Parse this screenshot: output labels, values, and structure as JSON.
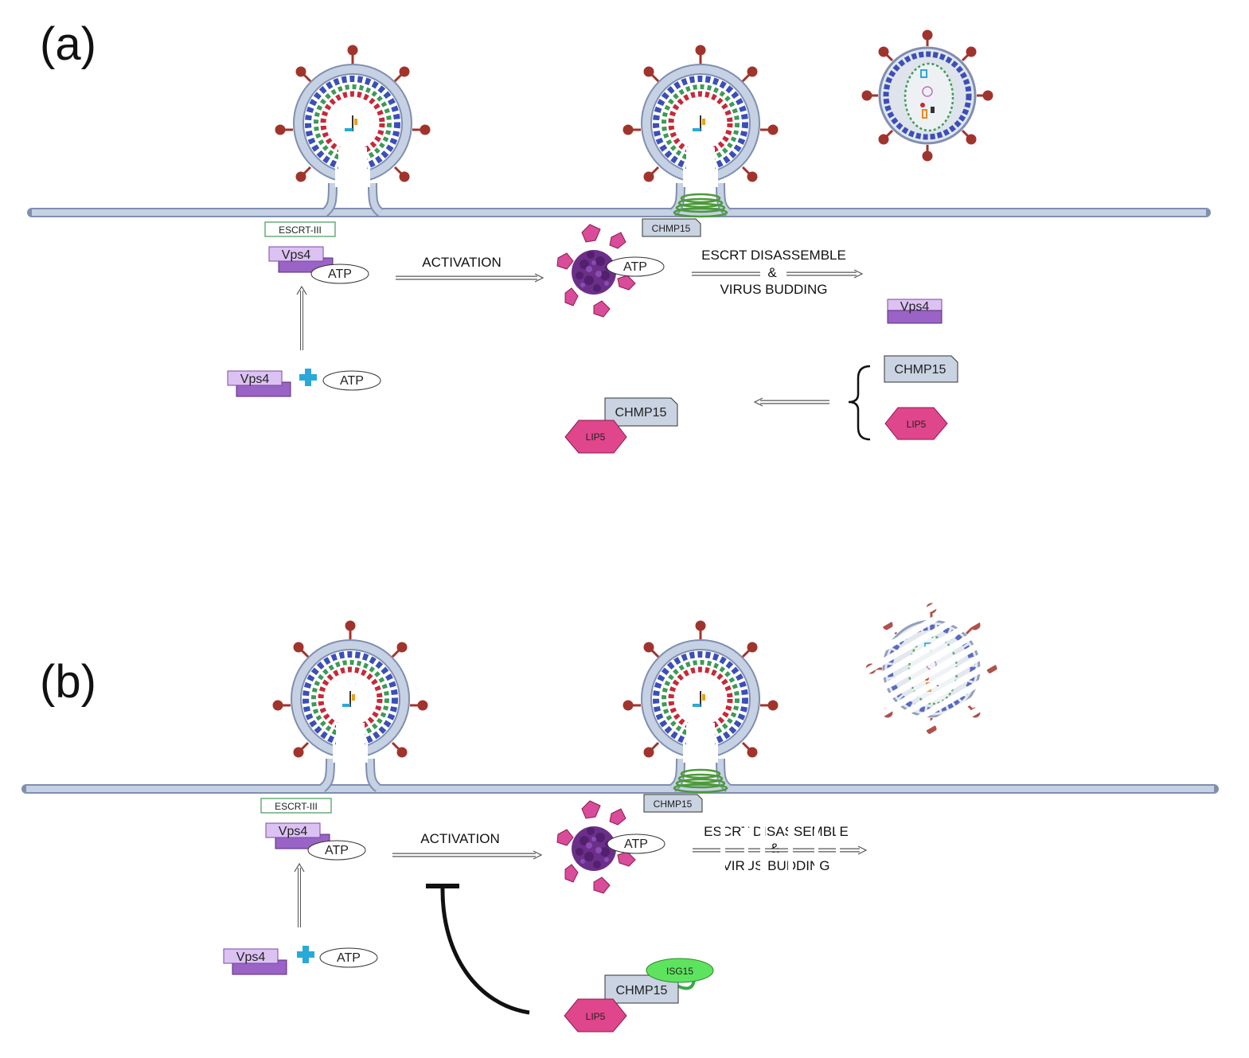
{
  "panels": {
    "a": {
      "label": "(a)"
    },
    "b": {
      "label": "(b)"
    }
  },
  "labels": {
    "escrt3": "ESCRT-III",
    "vps4": "Vps4",
    "atp": "ATP",
    "activation": "ACTIVATION",
    "chmp15": "CHMP15",
    "lip5": "LIP5",
    "isg15": "ISG15",
    "escrt_disassemble": "ESCRT DISASSEMBLE",
    "ampersand": "&",
    "virus_budding": "VIRUS BUDDING"
  },
  "colors": {
    "membrane": "#b9c6dc",
    "membrane_edge": "#7f8fb0",
    "vps4_light": "#dcc2f3",
    "vps4_dark": "#9a63c6",
    "chmp15": "#c9d3e2",
    "lip5": "#e0468c",
    "isg15": "#5ee35e",
    "plus": "#2aa9d8",
    "escrt_green": "#3f9a5a",
    "spike": "#a0342c",
    "vps4_complex": "#6b2f8a"
  },
  "icons": [
    "virus-budding-icon",
    "mature-virion-icon",
    "vps4-hexamer-icon",
    "escrt-spiral-icon",
    "plus-icon",
    "inhibition-icon",
    "brace-icon"
  ]
}
